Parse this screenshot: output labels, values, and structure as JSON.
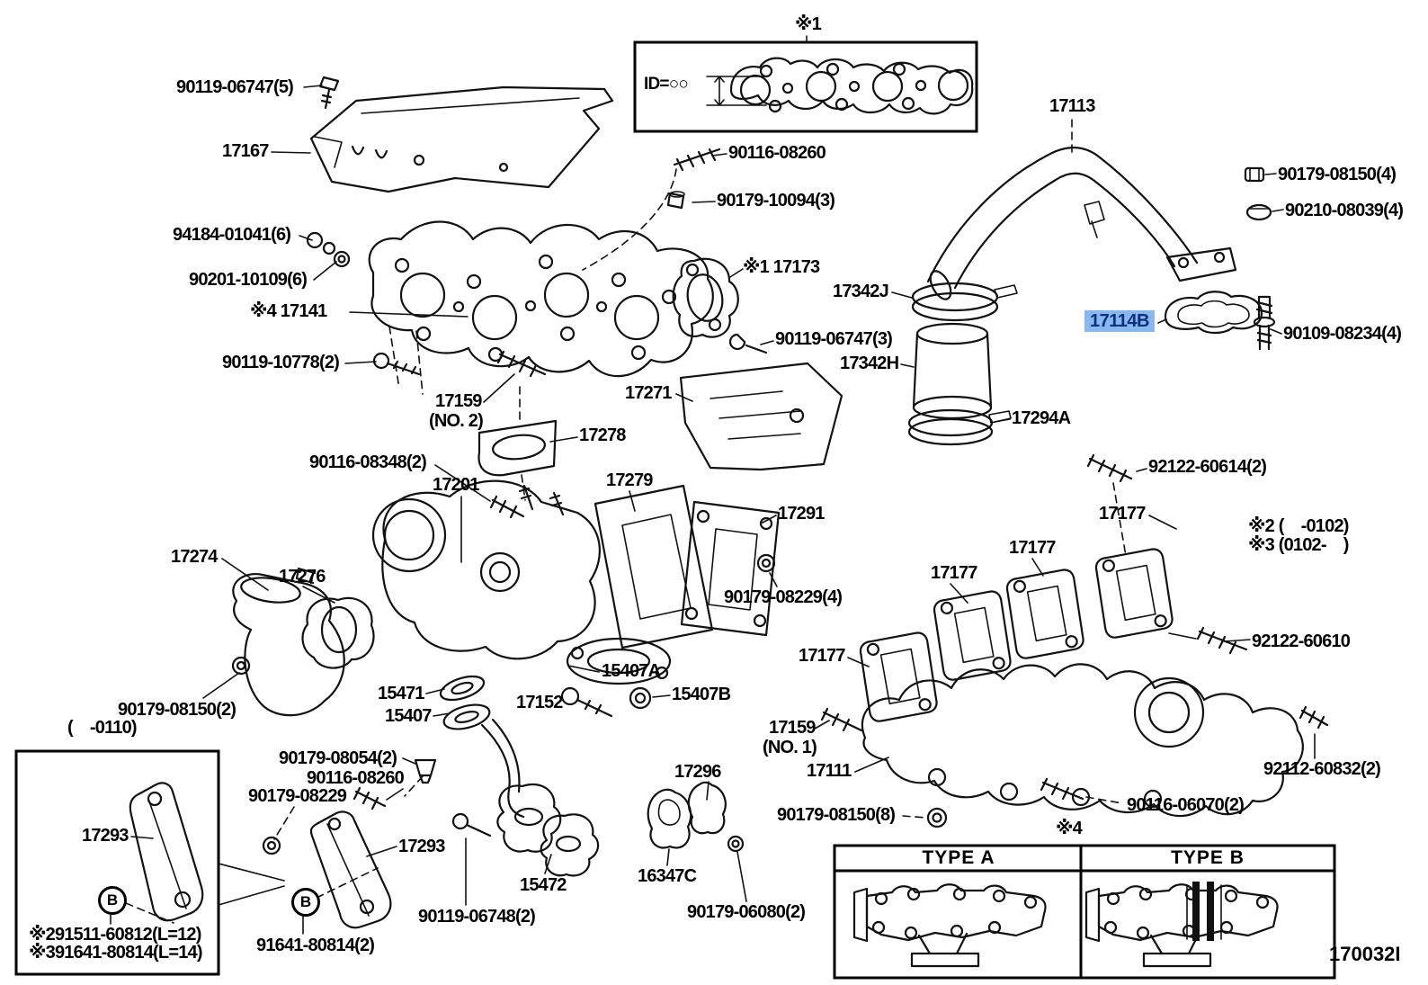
{
  "figure_code": "170032I",
  "selected_part": "17114B",
  "colors": {
    "highlight_bg": "#8ab7ee",
    "highlight_fg": "#0a3080",
    "line": "#111111",
    "background": "#ffffff"
  },
  "inset_gasket_box": {
    "note": "※1",
    "id_label": "ID=○○"
  },
  "type_table": {
    "note": "※4",
    "columns": [
      "TYPE A",
      "TYPE B"
    ]
  },
  "labels": [
    "90119-06747(5)",
    "17167",
    "※1",
    "ID=○○",
    "90116-08260",
    "90179-10094(3)",
    "94184-01041(6)",
    "90201-10109(6)",
    "※4 17141",
    "90119-10778(2)",
    "※1 17173",
    "17113",
    "90179-08150(4)",
    "90210-08039(4)",
    "17342J",
    "17114B",
    "90109-08234(4)",
    "90119-06747(3)",
    "17342H",
    "17294A",
    "17271",
    "17159",
    "(NO. 2)",
    "17278",
    "92122-60614(2)",
    "90116-08348(2)",
    "17201",
    "17279",
    "17291",
    "17177",
    "※2 (    -0102)",
    "※3 (0102-    )",
    "17177",
    "17274",
    "17276",
    "90179-08229(4)",
    "17177",
    "92122-60610",
    "17177",
    "15407A",
    "90179-08150(2)",
    "(    -0110)",
    "15471",
    "15407",
    "17152",
    "15407B",
    "17293",
    "B",
    "※291511-60812(L=12)",
    "※391641-80814(L=14)",
    "90179-08054(2)",
    "90116-08260",
    "90179-08229",
    "17293",
    "B",
    "91641-80814(2)",
    "90119-06748(2)",
    "15472",
    "16347C",
    "17296",
    "90179-06080(2)",
    "17159",
    "(NO. 1)",
    "17111",
    "90179-08150(8)",
    "92112-60832(2)",
    "90116-06070(2)",
    "※4",
    "TYPE A",
    "TYPE B",
    "170032I"
  ]
}
